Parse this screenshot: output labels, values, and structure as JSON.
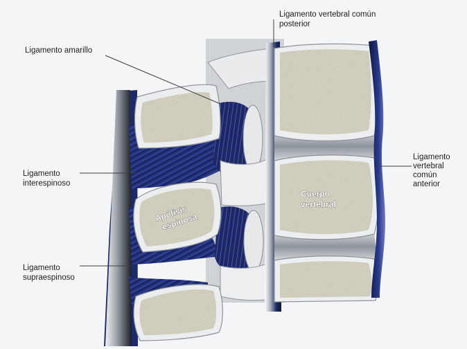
{
  "labels": {
    "ligamento_amarillo": "Ligamento amarillo",
    "ligamento_vertebral_comun_posterior": [
      "Ligamento vertebral común",
      "posterior"
    ],
    "ligamento_interespinoso": [
      "Ligamento",
      "interespinoso"
    ],
    "ligamento_supraespinoso": [
      "Ligamento",
      "supraespinoso"
    ],
    "ligamento_vertebral_comun_anterior": [
      "Ligamento",
      "vertebral",
      "común",
      "anterior"
    ],
    "cuerpo_vertebral": [
      "Cuerpo",
      "vertebral"
    ],
    "apofisis_espinosa": [
      "Apófisis",
      "espinosa"
    ]
  },
  "colors": {
    "background": "#f4f5f7",
    "ligament_blue": "#1f2c6e",
    "ligament_dark": "#0e1538",
    "bone_texture": "#d6d3c2",
    "bone_outline": "#9aa0a8",
    "disc_gray": "#b9bec5",
    "shadow_panel": "#cfd3d8"
  }
}
